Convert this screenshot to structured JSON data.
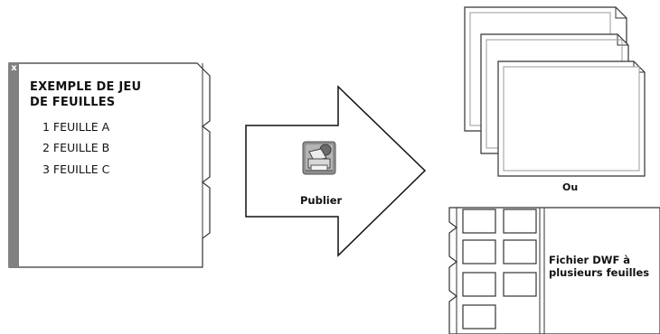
{
  "sheet_set": {
    "close_glyph": "x",
    "title_line1": "EXEMPLE DE JEU",
    "title_line2": "DE FEUILLES",
    "items": [
      {
        "label": "1 FEUILLE A"
      },
      {
        "label": "2 FEUILLE B"
      },
      {
        "label": "3 FEUILLE C"
      }
    ]
  },
  "publish": {
    "label": "Publier",
    "icon": "printer-publish-icon"
  },
  "outputs": {
    "or_label": "Ou",
    "dwf_line1": "Fichier DWF à",
    "dwf_line2": "plusieurs feuilles"
  }
}
